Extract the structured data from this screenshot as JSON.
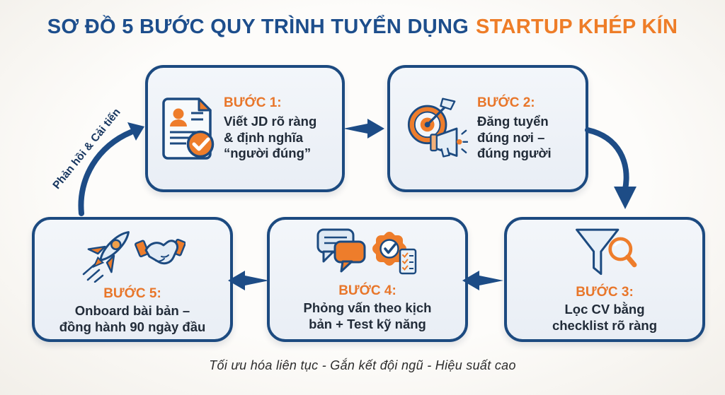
{
  "title": {
    "main": "SƠ ĐỒ 5 BƯỚC QUY TRÌNH TUYỂN DỤNG",
    "highlight": "STARTUP KHÉP KÍN"
  },
  "steps": [
    {
      "label": "BƯỚC 1:",
      "text": "Viết JD rõ ràng\n& định nghĩa\n“người đúng”",
      "icon": "document-check-icon"
    },
    {
      "label": "BƯỚC 2:",
      "text": "Đăng tuyển\nđúng nơi –\nđúng người",
      "icon": "target-megaphone-icon"
    },
    {
      "label": "BƯỚC 3:",
      "text": "Lọc CV bằng\nchecklist rõ ràng",
      "icon": "funnel-magnifier-icon"
    },
    {
      "label": "BƯỚC 4:",
      "text": "Phỏng vấn theo kịch\nbản + Test kỹ năng",
      "icon": "chat-gear-checklist-icon"
    },
    {
      "label": "BƯỚC 5:",
      "text": "Onboard bài bản –\nđồng hành 90 ngày đầu",
      "icon": "rocket-handshake-icon"
    }
  ],
  "feedback_label": "Phản hồi & Cải tiến",
  "footer": "Tối ưu hóa liên tục - Gắn kết đội ngũ - Hiệu suất cao",
  "colors": {
    "navy": "#1c4a80",
    "title_navy": "#1d4e8c",
    "orange": "#ee7d2b",
    "box_fill": "#edf1f7",
    "background": "#fcfbf8",
    "text_dark": "#222c39"
  }
}
